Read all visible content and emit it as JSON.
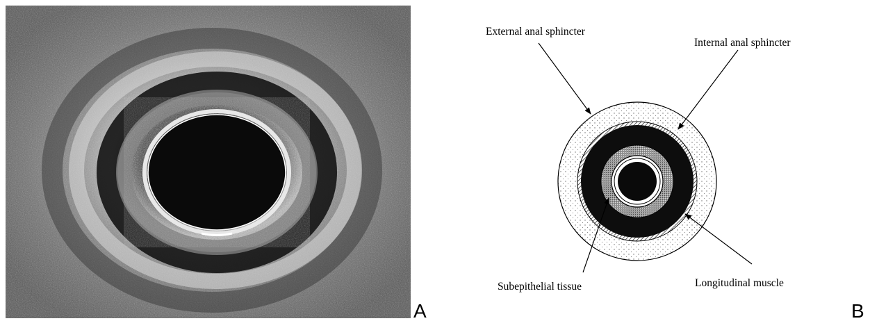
{
  "panels": [
    {
      "id": "A",
      "letter": "A",
      "kind": "endoanal-ultrasound-image"
    },
    {
      "id": "B",
      "letter": "B",
      "kind": "schematic-cross-section",
      "labels": {
        "external": "External anal sphincter",
        "internal": "Internal anal sphincter",
        "subepithelial": "Subepithelial tissue",
        "longitudinal": "Longitudinal muscle"
      }
    }
  ],
  "colors": {
    "lumen": "#0a0a0a",
    "sphincter_ring": "#0d0d0d",
    "outer_ring_fill": "#ffffff",
    "stipple": "#555555",
    "arrow": "#000000"
  }
}
